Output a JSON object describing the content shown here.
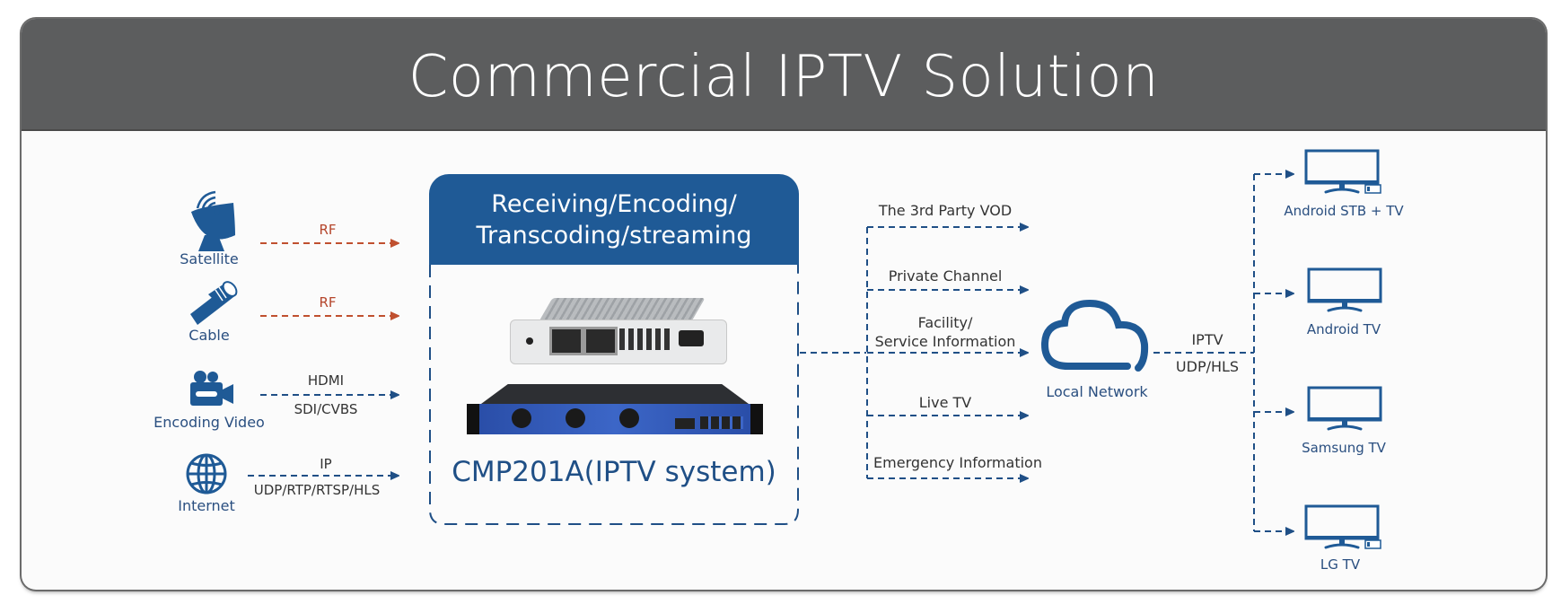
{
  "title": "Commercial IPTV Solution",
  "colors": {
    "header_bg": "#5c5d5e",
    "accent_blue": "#1f5a96",
    "rf_orange": "#c0502f",
    "panel_bg": "#fbfbfb"
  },
  "sources": [
    {
      "label": "Satellite",
      "icon": "satellite-dish-icon",
      "link_top": "RF",
      "link_bottom": "",
      "link_color": "rf"
    },
    {
      "label": "Cable",
      "icon": "coax-cable-icon",
      "link_top": "RF",
      "link_bottom": "",
      "link_color": "rf"
    },
    {
      "label": "Encoding Video",
      "icon": "video-camera-icon",
      "link_top": "HDMI",
      "link_bottom": "SDI/CVBS",
      "link_color": "blue"
    },
    {
      "label": "Internet",
      "icon": "globe-icon",
      "link_top": "IP",
      "link_bottom": "UDP/RTP/RTSP/HLS",
      "link_color": "blue"
    }
  ],
  "system": {
    "header_line1": "Receiving/Encoding/",
    "header_line2": "Transcoding/streaming",
    "product_name": "CMP201A(IPTV system)",
    "hardware": [
      "encoder-module-image",
      "rack-server-image"
    ]
  },
  "outputs": [
    {
      "line1": "The 3rd Party VOD",
      "line2": ""
    },
    {
      "line1": "Private Channel",
      "line2": ""
    },
    {
      "line1": "Facility/",
      "line2": "Service Information"
    },
    {
      "line1": "Live TV",
      "line2": ""
    },
    {
      "line1": "Emergency Information",
      "line2": ""
    }
  ],
  "network": {
    "label": "Local Network",
    "icon": "cloud-icon",
    "link_top": "IPTV",
    "link_bottom": "UDP/HLS"
  },
  "devices": [
    {
      "label": "Android STB + TV",
      "icon": "tv-with-stb-icon",
      "has_stb": true
    },
    {
      "label": "Android TV",
      "icon": "tv-icon",
      "has_stb": false
    },
    {
      "label": "Samsung TV",
      "icon": "tv-icon",
      "has_stb": false
    },
    {
      "label": "LG TV",
      "icon": "tv-with-stb-icon",
      "has_stb": true
    }
  ]
}
